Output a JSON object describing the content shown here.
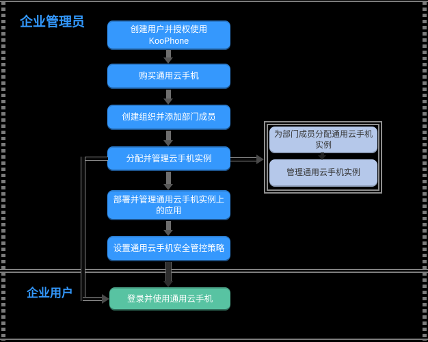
{
  "lanes": {
    "admin": "企业管理员",
    "user": "企业用户"
  },
  "steps": [
    {
      "label": "创建用户并授权使用\nKooPhone"
    },
    {
      "label": "购买通用云手机"
    },
    {
      "label": "创建组织并添加部门成员"
    },
    {
      "label": "分配并管理云手机实例"
    },
    {
      "label": "部署并管理通用云手机实例上\n的应用"
    },
    {
      "label": "设置通用云手机安全管控策略"
    },
    {
      "label": "登录并使用通用云手机"
    }
  ],
  "sub_panel": {
    "steps": [
      {
        "label": "为部门成员分配通用云手机\n实例"
      },
      {
        "label": "管理通用云手机实例"
      }
    ]
  },
  "colors": {
    "step_blue": "#3598fd",
    "step_green": "#58c3a2",
    "sub_box_blue": "#b5c8ea",
    "label_blue": "#3398fc",
    "connector_gray": "#6e6e6e",
    "frame_gray": "#7b7b7b"
  }
}
